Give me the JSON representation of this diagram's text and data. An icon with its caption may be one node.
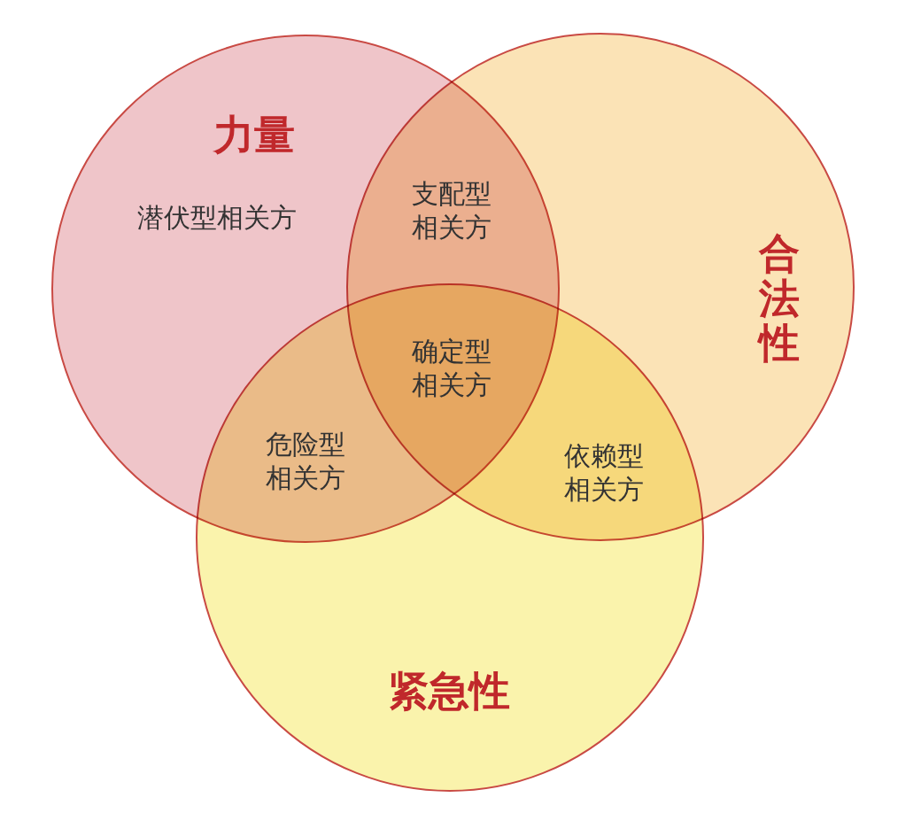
{
  "diagram": {
    "nodes": [
      {
        "text": [
          "力量",
          "潜伏型相关方"
        ]
      },
      {
        "text": [
          "合法性"
        ]
      },
      {
        "text": [
          "紧急性"
        ]
      }
    ],
    "labels": [
      "支配型相关方",
      "确定型相关方",
      "危险型相关方",
      "依赖型相关方"
    ]
  }
}
